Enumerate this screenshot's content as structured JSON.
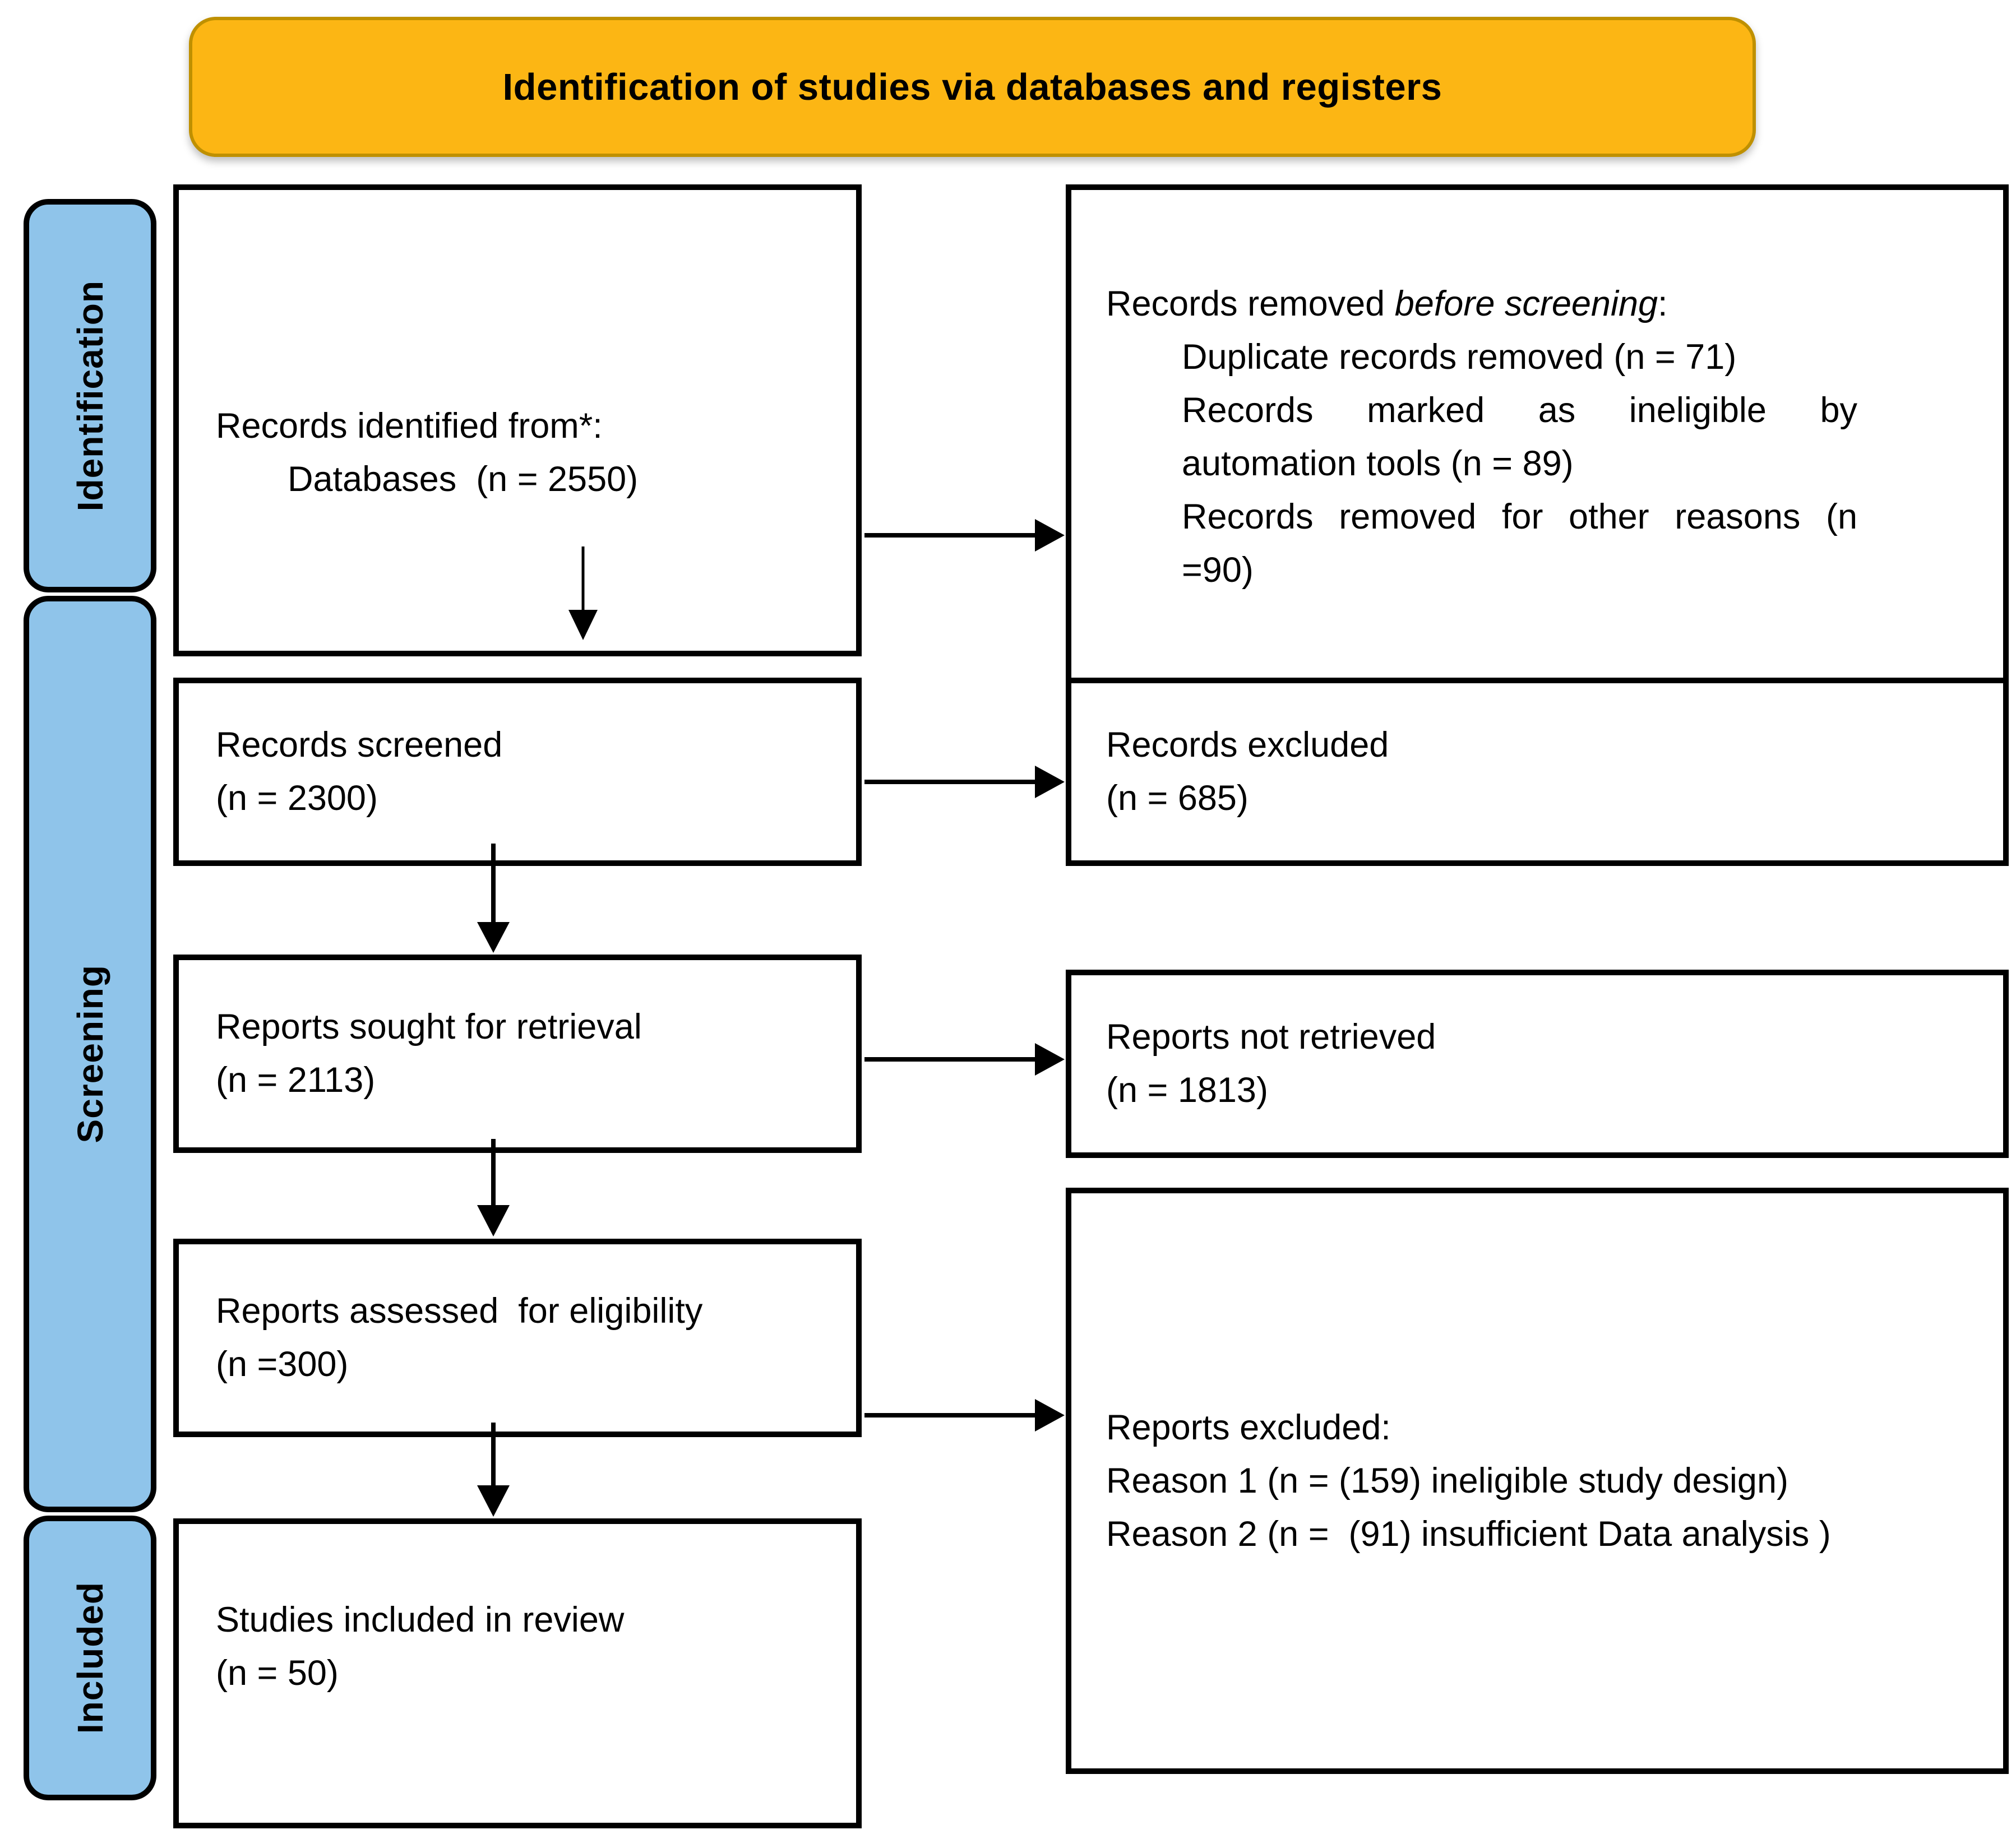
{
  "title": "Identification of studies via databases and registers",
  "stages": [
    {
      "label": "Identification"
    },
    {
      "label": "Screening"
    },
    {
      "label": "Included"
    }
  ],
  "boxes": {
    "identified": {
      "line1": "Records identified from*:",
      "line2": "Databases  (n = 2550)"
    },
    "removed": {
      "title_prefix": "Records removed ",
      "title_italic": "before screening",
      "title_suffix": ":",
      "items": [
        "Duplicate records removed (n = 71)",
        "Records marked as ineligible by automation tools (n = 89)",
        "Records removed for other reasons (n =90)"
      ]
    },
    "screened": {
      "line1": "Records screened",
      "line2": "(n = 2300)"
    },
    "records_excluded": {
      "line1": "Records excluded",
      "line2": "(n = 685)"
    },
    "sought": {
      "line1": "Reports sought for retrieval",
      "line2": "(n = 2113)"
    },
    "not_retrieved": {
      "line1": "Reports not retrieved",
      "line2": "(n = 1813)"
    },
    "assessed": {
      "line1": "Reports assessed  for eligibility",
      "line2": "(n =300)"
    },
    "reports_excluded": {
      "title": "Reports excluded:",
      "reasons": [
        "Reason 1 (n = (159) ineligible study design)",
        "Reason 2 (n =  (91) insufficient Data analysis )"
      ]
    },
    "included_studies": {
      "line1": "Studies included in review",
      "line2": "(n = 50)"
    }
  },
  "colors": {
    "header_fill": "#FCB614",
    "header_border": "#BF9000",
    "stage_fill": "#8FC4EA",
    "box_background": "#FFFFFF",
    "line_color": "#000000",
    "text_color": "#000000"
  }
}
